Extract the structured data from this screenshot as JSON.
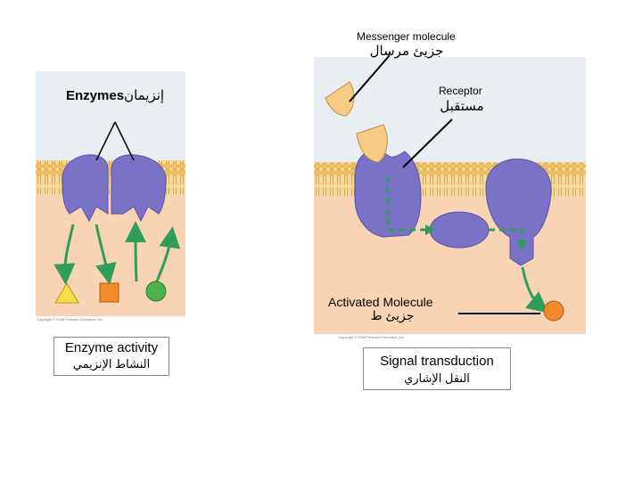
{
  "left_panel": {
    "enzymes_label": "Enzymes",
    "enzymes_label_ar": "إنزيمان",
    "copyright": "Copyright © 2008 Pearson Education, Inc.",
    "caption_en": "Enzyme activity",
    "caption_ar": "النشاط الإنزيمي"
  },
  "right_panel": {
    "messenger_en": "Messenger molecule",
    "messenger_ar": "جزيئ مرسال",
    "receptor_en": "Receptor",
    "receptor_ar": "مستقبل",
    "activated_en": "Activated Molecule",
    "activated_ar": "جزيئ  ط",
    "copyright": "Copyright © 2008 Pearson Education, Inc.",
    "caption_en": "Signal transduction",
    "caption_ar": "النقل الإشاري"
  },
  "colors": {
    "protein": "#7a72c6",
    "membrane": "#f0c060",
    "extracellular": "#e8eef2",
    "cytoplasm": "#f9d4b4",
    "arrow_green": "#2f9e58",
    "substrate_triangle": "#f4e04a",
    "substrate_square": "#f08a2a",
    "substrate_circle": "#4cb24c",
    "product_circle": "#f08a2a",
    "messenger": "#f6cc84"
  }
}
